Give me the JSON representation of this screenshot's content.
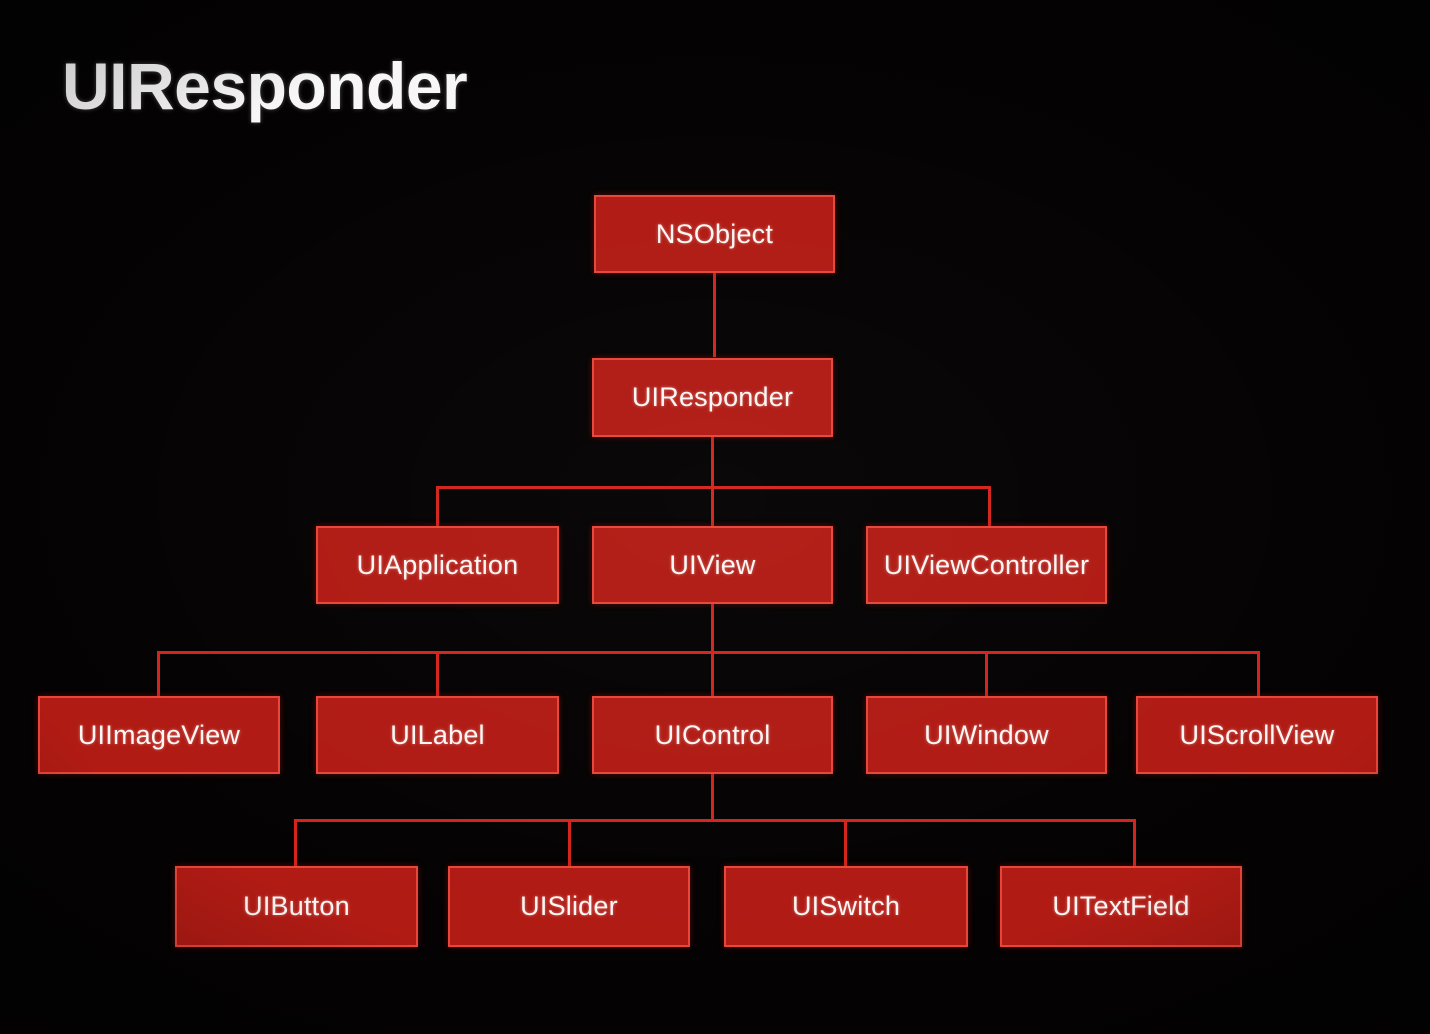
{
  "slide": {
    "title": "UIResponder",
    "background_color": "#040202",
    "node_fill_color": "#b01b14",
    "node_border_color": "#e8463a",
    "node_text_color": "#fdf6f4",
    "edge_color": "#d4241c"
  },
  "diagram": {
    "type": "class-hierarchy-tree",
    "root": "NSObject",
    "rows": [
      {
        "level": 1,
        "nodes": [
          "NSObject"
        ]
      },
      {
        "level": 2,
        "nodes": [
          "UIResponder"
        ]
      },
      {
        "level": 3,
        "nodes": [
          "UIApplication",
          "UIView",
          "UIViewController"
        ]
      },
      {
        "level": 4,
        "nodes": [
          "UIImageView",
          "UILabel",
          "UIControl",
          "UIWindow",
          "UIScrollView"
        ]
      },
      {
        "level": 5,
        "nodes": [
          "UIButton",
          "UISlider",
          "UISwitch",
          "UITextField"
        ]
      }
    ],
    "nodes": {
      "nsobject": "NSObject",
      "uiresponder": "UIResponder",
      "uiapplication": "UIApplication",
      "uiview": "UIView",
      "uiviewcontroller": "UIViewController",
      "uiimageview": "UIImageView",
      "uilabel": "UILabel",
      "uicontrol": "UIControl",
      "uiwindow": "UIWindow",
      "uiscrollview": "UIScrollView",
      "uibutton": "UIButton",
      "uislider": "UISlider",
      "uiswitch": "UISwitch",
      "uitextfield": "UITextField"
    },
    "edges": [
      {
        "from": "NSObject",
        "to": "UIResponder"
      },
      {
        "from": "UIResponder",
        "to": "UIApplication"
      },
      {
        "from": "UIResponder",
        "to": "UIView"
      },
      {
        "from": "UIResponder",
        "to": "UIViewController"
      },
      {
        "from": "UIView",
        "to": "UIImageView"
      },
      {
        "from": "UIView",
        "to": "UILabel"
      },
      {
        "from": "UIView",
        "to": "UIControl"
      },
      {
        "from": "UIView",
        "to": "UIWindow"
      },
      {
        "from": "UIView",
        "to": "UIScrollView"
      },
      {
        "from": "UIControl",
        "to": "UIButton"
      },
      {
        "from": "UIControl",
        "to": "UISlider"
      },
      {
        "from": "UIControl",
        "to": "UISwitch"
      },
      {
        "from": "UIControl",
        "to": "UITextField"
      }
    ]
  }
}
